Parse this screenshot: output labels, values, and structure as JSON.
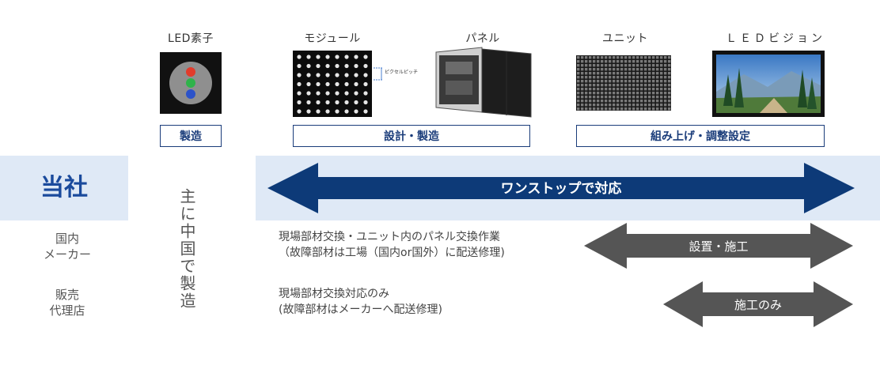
{
  "stages": {
    "led": "LED素子",
    "module": "モジュール",
    "panel": "パネル",
    "unit": "ユニット",
    "vision": "ＬＥＤビジョン"
  },
  "pixel_pitch_label": "ピクセルピッチ",
  "processes": {
    "manufacture": "製造",
    "design_manufacture": "設計・製造",
    "assembly": "組み上げ・調整設定"
  },
  "our_company": {
    "label": "当社",
    "arrow_text": "ワンストップで対応"
  },
  "manufacturer_note": "主に中国で製造",
  "domestic": {
    "label_line1": "国内",
    "label_line2": "メーカー",
    "note_line1": "現場部材交換・ユニット内のパネル交換作業",
    "note_line2": "（故障部材は工場（国内or国外）に配送修理)",
    "arrow_text": "設置・施工"
  },
  "retailer": {
    "label_line1": "販売",
    "label_line2": "代理店",
    "note_line1": "現場部材交換対応のみ",
    "note_line2": "(故障部材はメーカーへ配送修理)",
    "arrow_text": "施工のみ"
  },
  "colors": {
    "navy": "#0d3a78",
    "band": "#dfe9f6",
    "gray_arrow": "#555555",
    "box_border": "#1a3c7a"
  }
}
